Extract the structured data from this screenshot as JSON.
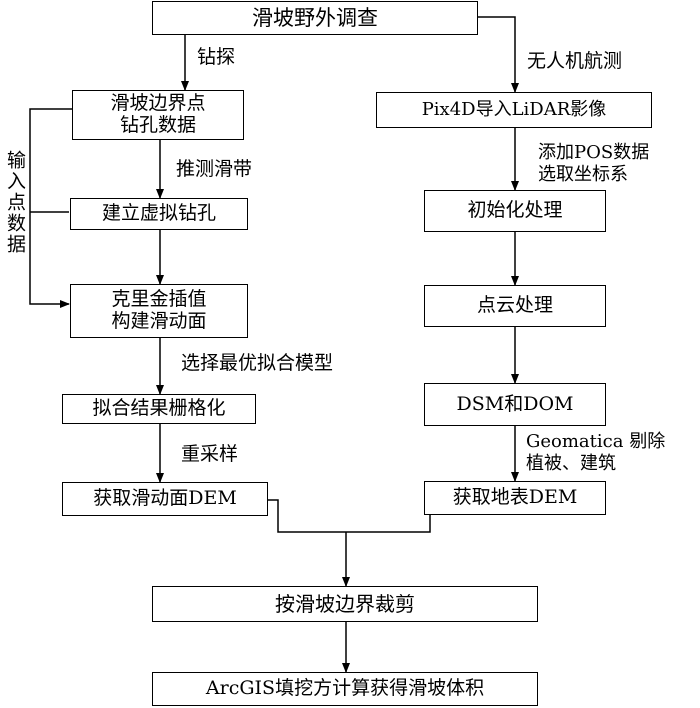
{
  "nodes": {
    "field_survey": "滑坡野外调查",
    "borehole_data": [
      "滑坡边界点",
      "钻孔数据"
    ],
    "virtual_borehole": "建立虚拟钻孔",
    "kriging": [
      "克里金插值",
      "构建滑动面"
    ],
    "rasterize": "拟合结果栅格化",
    "slide_dem": "获取滑动面DEM",
    "lidar_import": "Pix4D导入LiDAR影像",
    "init_process": "初始化处理",
    "point_cloud": "点云处理",
    "dsm_dom": "DSM和DOM",
    "surface_dem": "获取地表DEM",
    "clip": "按滑坡边界裁剪",
    "volume": "ArcGIS填挖方计算获得滑坡体积"
  },
  "edge_labels": {
    "drilling": "钻探",
    "uav_survey": "无人机航测",
    "infer_zone": "推测滑带",
    "input_points": "输入点数据",
    "add_pos": [
      "添加POS数据",
      "选取坐标系"
    ],
    "best_model": "选择最优拟合模型",
    "resample": "重采样",
    "geomatica": [
      "Geomatica 剔除",
      "植被、建筑"
    ]
  }
}
